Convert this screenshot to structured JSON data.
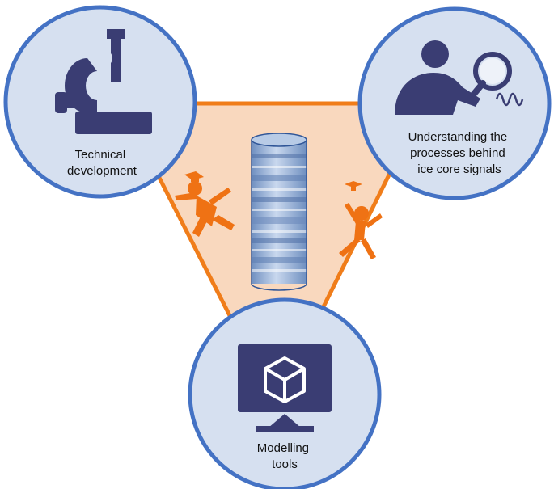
{
  "nodes": {
    "technical": {
      "lines": [
        "Technical",
        "development"
      ]
    },
    "processes": {
      "lines": [
        "Understanding the",
        "processes behind",
        "ice core signals"
      ]
    },
    "modelling": {
      "lines": [
        "Modelling",
        "tools"
      ]
    }
  },
  "icons": {
    "technical": "microscope-icon",
    "processes": "magnifier-person-icon",
    "modelling": "monitor-cube-icon",
    "center": "ice-core-cylinder",
    "people": "jumping-graduate-icon"
  },
  "colors": {
    "triangle_fill": "#f9d8be",
    "triangle_stroke": "#f07d1a",
    "circle_fill": "#d6e0f0",
    "circle_stroke": "#4472c4",
    "icon_navy": "#3a3d73",
    "figure_orange": "#ef7214",
    "ice_dark": "#5b7fb5",
    "ice_light": "#c3d4ea"
  }
}
